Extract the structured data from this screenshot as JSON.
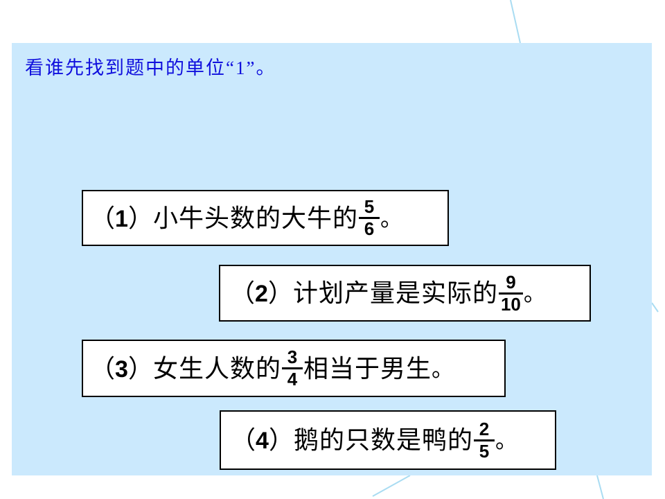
{
  "slide": {
    "title": "看谁先找到题中的单位“1”。",
    "title_color": "#1010dd",
    "panel_color": "#cbe9fd",
    "accent_color": "#a9dcf2",
    "background_color": "#ffffff"
  },
  "questions": [
    {
      "number": "（1）",
      "index": "1",
      "text_before": "小牛头数的大牛的",
      "numerator": "5",
      "denominator": "6",
      "text_after": "",
      "period": "。"
    },
    {
      "number": "（2）",
      "index": "2",
      "text_before": "计划产量是实际的",
      "numerator": "9",
      "denominator": "10",
      "text_after": "",
      "period": "。"
    },
    {
      "number": "（3）",
      "index": "3",
      "text_before": "女生人数的",
      "numerator": "3",
      "denominator": "4",
      "text_after": "相当于男生",
      "period": "。"
    },
    {
      "number": "（4）",
      "index": "4",
      "text_before": "鹅的只数是鸭的",
      "numerator": "2",
      "denominator": "5",
      "text_after": "",
      "period": "。"
    }
  ]
}
